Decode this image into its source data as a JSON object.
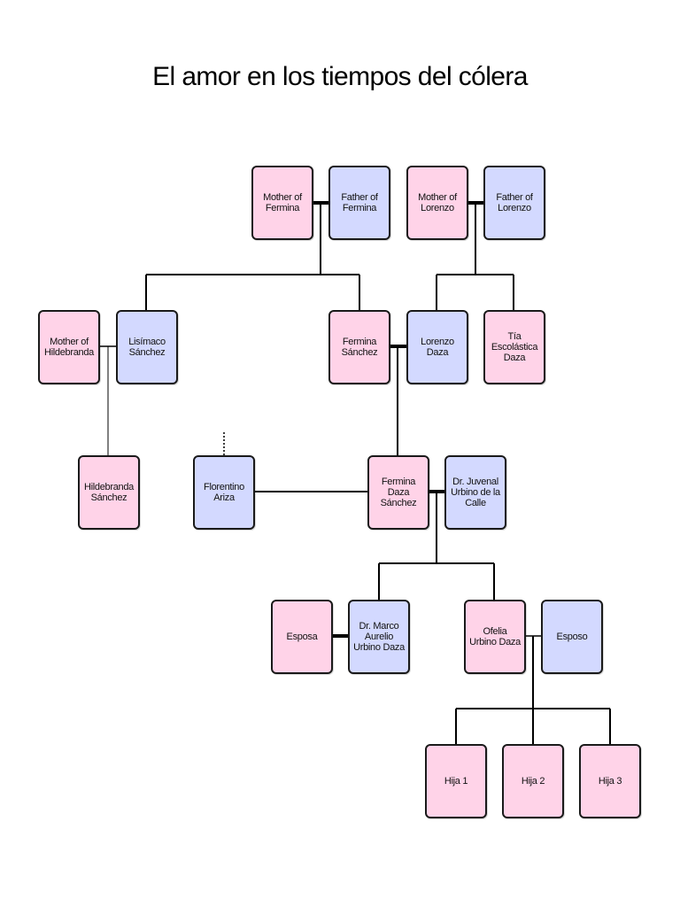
{
  "title": "El amor en los tiempos del cólera",
  "colors": {
    "female": "#ffd3e8",
    "male": "#d3d9ff",
    "border": "#1a1a1a"
  },
  "people": {
    "mother_fermina": "Mother of Fermina",
    "father_fermina": "Father of Fermina",
    "mother_lorenzo": "Mother of Lorenzo",
    "father_lorenzo": "Father of Lorenzo",
    "mother_hildebranda": "Mother of Hildebranda",
    "lisimaco": "Lisímaco Sánchez",
    "fermina_sanchez": "Fermina Sánchez",
    "lorenzo_daza": "Lorenzo Daza",
    "tia_escolastica": "Tía Escolástica Daza",
    "hildebranda": "Hildebranda Sánchez",
    "florentino": "Florentino Ariza",
    "fermina_daza": "Fermina Daza Sánchez",
    "juvenal": "Dr. Juvenal Urbino de la Calle",
    "esposa": "Esposa",
    "marco_aurelio": "Dr. Marco Aurelio Urbino Daza",
    "ofelia": "Ofelia Urbino Daza",
    "esposo": "Esposo",
    "hija1": "Hija 1",
    "hija2": "Hija 2",
    "hija3": "Hija 3"
  }
}
